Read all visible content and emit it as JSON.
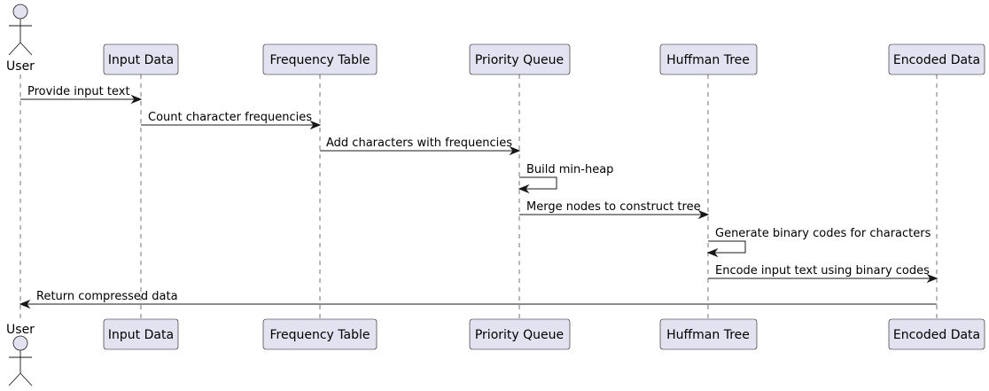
{
  "diagram_type": "sequence",
  "actor": {
    "label": "User"
  },
  "participants": [
    {
      "id": "input",
      "label": "Input Data"
    },
    {
      "id": "freq",
      "label": "Frequency Table"
    },
    {
      "id": "pq",
      "label": "Priority Queue"
    },
    {
      "id": "tree",
      "label": "Huffman Tree"
    },
    {
      "id": "enc",
      "label": "Encoded Data"
    }
  ],
  "messages": [
    {
      "from": "user",
      "to": "input",
      "label": "Provide input text"
    },
    {
      "from": "input",
      "to": "freq",
      "label": "Count character frequencies"
    },
    {
      "from": "freq",
      "to": "pq",
      "label": "Add characters with frequencies"
    },
    {
      "from": "pq",
      "to": "pq",
      "label": "Build min-heap"
    },
    {
      "from": "pq",
      "to": "tree",
      "label": "Merge nodes to construct tree"
    },
    {
      "from": "tree",
      "to": "tree",
      "label": "Generate binary codes for characters"
    },
    {
      "from": "tree",
      "to": "enc",
      "label": "Encode input text using binary codes"
    },
    {
      "from": "enc",
      "to": "user",
      "label": "Return compressed data"
    }
  ],
  "colors": {
    "participant_fill": "#E2E2F0",
    "stroke": "#181818",
    "text": "#000000"
  }
}
